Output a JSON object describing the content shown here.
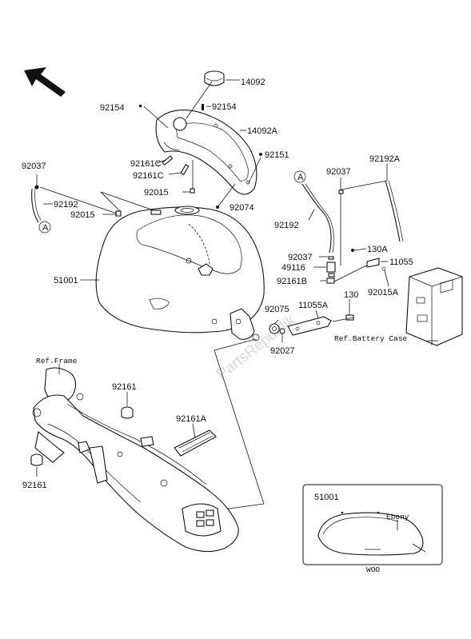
{
  "watermark": "PartsRepublik",
  "references": {
    "frame": "Ref.Frame",
    "battery_case": "Ref.Battery Case"
  },
  "inset": {
    "part_number": "51001",
    "color_label": "Ebony",
    "code": "WOO"
  },
  "callout_letter": "A",
  "parts": {
    "p14092": "14092",
    "p92154_a": "92154",
    "p92154_b": "92154",
    "p14092A": "14092A",
    "p92151": "92151",
    "p92037_a": "92037",
    "p92192": "92192",
    "p92015_a": "92015",
    "p92161C_a": "92161C",
    "p92161C_b": "92161C",
    "p92015_b": "92015",
    "p92074": "92074",
    "p51001": "51001",
    "p92192A": "92192A",
    "p92037_b": "92037",
    "p92192_b": "92192",
    "p92037_c": "92037",
    "p49116": "49116",
    "p92161B": "92161B",
    "p130A": "130A",
    "p11055": "11055",
    "p92015A": "92015A",
    "p92075": "92075",
    "p11055A": "11055A",
    "p130": "130",
    "p92027": "92027",
    "p92161_a": "92161",
    "p92161A": "92161A",
    "p92161_b": "92161"
  }
}
